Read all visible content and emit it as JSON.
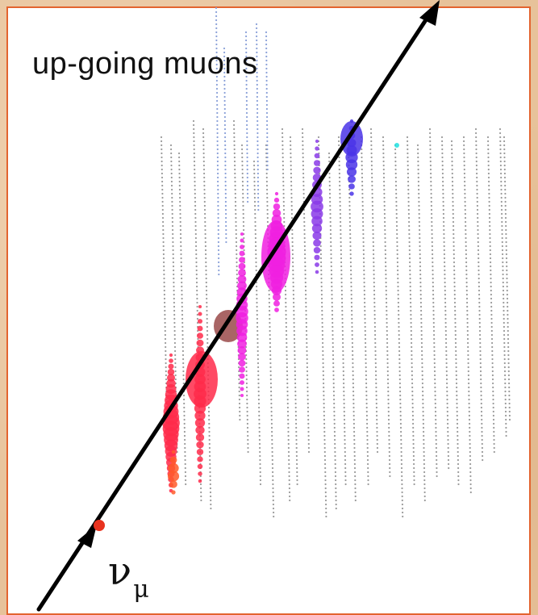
{
  "title": "up-going muons",
  "neutrino_symbol": "ν",
  "neutrino_subscript": "μ",
  "colors": {
    "frame_border": "#e3642f",
    "background_texture": "#e7c29a",
    "panel": "#ffffff",
    "arrow": "#000000",
    "interaction_vertex": "#e8321e",
    "string_dots": "#9a9a9a",
    "hit_early": "#ff2a4a",
    "hit_middle": "#f020e0",
    "hit_late": "#4a34e8"
  },
  "icons": {
    "track_arrow": "straight-arrow-up-right",
    "vertex": "red-dot"
  }
}
